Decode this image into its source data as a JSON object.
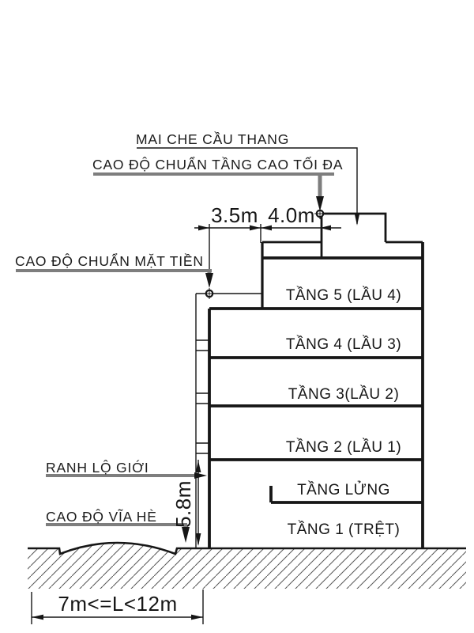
{
  "diagram": {
    "annotations": {
      "roof_label": "MAI CHE CẦU THANG",
      "max_height_label": "CAO ĐỘ CHUẨN TẦNG CAO TỐI ĐA",
      "facade_label": "CAO ĐỘ CHUẨN MẶT TIỀN",
      "road_boundary_label": "RANH LỘ GIỚI",
      "sidewalk_label": "CAO ĐỘ VĨA HÈ"
    },
    "dimensions": {
      "setback_width": "3.5m",
      "stair_block_width": "4.0m",
      "front_height": "5.8m",
      "road_width_range": "7m<=L<12m"
    },
    "floors": [
      {
        "label": "TẦNG 5 (LẦU 4)"
      },
      {
        "label": "TẦNG 4 (LẦU 3)"
      },
      {
        "label": "TẦNG 3(LẦU 2)"
      },
      {
        "label": "TẦNG 2 (LẦU 1)"
      },
      {
        "label": "TẦNG LỬNG"
      },
      {
        "label": "TẦNG 1 (TRỆT)"
      }
    ],
    "colors": {
      "line": "#161616",
      "leader": "#7e7e7e",
      "background": "#ffffff"
    }
  }
}
